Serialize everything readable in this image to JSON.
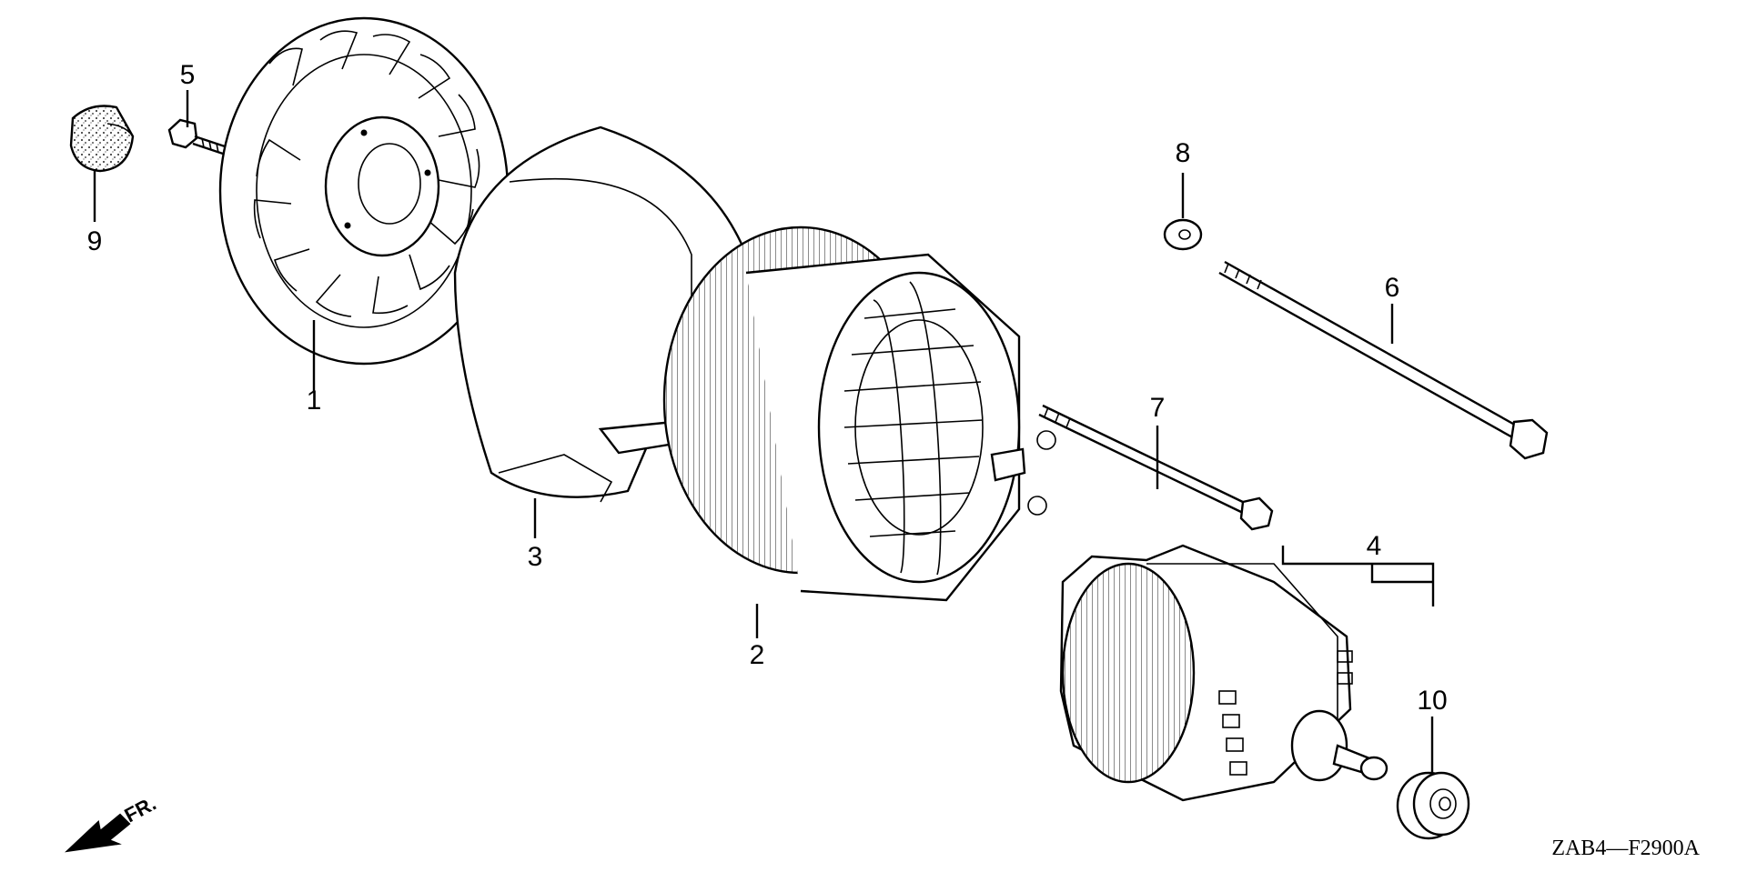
{
  "diagram": {
    "reference_code": "ZAB4—F2900A",
    "front_marker": "FR.",
    "callouts": [
      {
        "id": "fan",
        "label": "1"
      },
      {
        "id": "stator",
        "label": "2"
      },
      {
        "id": "stator-cover",
        "label": "3"
      },
      {
        "id": "rotor",
        "label": "4"
      },
      {
        "id": "fan-bolt",
        "label": "5"
      },
      {
        "id": "long-through-bolt",
        "label": "6"
      },
      {
        "id": "stator-bolt",
        "label": "7"
      },
      {
        "id": "washer",
        "label": "8"
      },
      {
        "id": "damper-cap",
        "label": "9"
      },
      {
        "id": "bearing",
        "label": "10"
      }
    ]
  }
}
